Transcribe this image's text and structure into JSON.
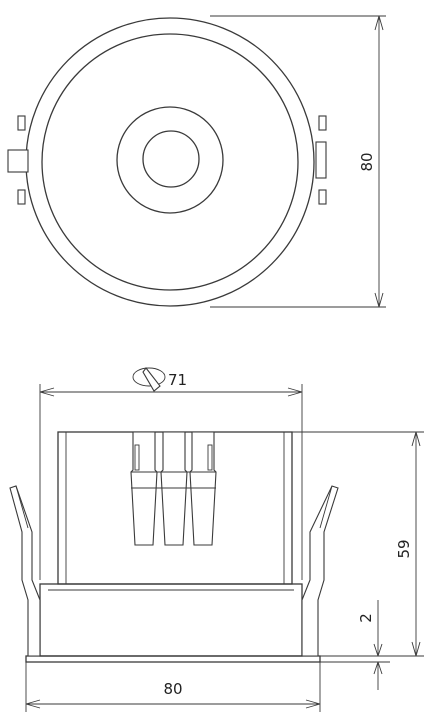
{
  "dimensions": {
    "top_height": "80",
    "cutout": "71",
    "body_height": "59",
    "flange": "2",
    "bottom_width": "80"
  },
  "symbols": {
    "cutout_symbol": "saw-cut-hole-icon"
  },
  "colors": {
    "line": "#3a3a3a",
    "background": "#ffffff"
  }
}
